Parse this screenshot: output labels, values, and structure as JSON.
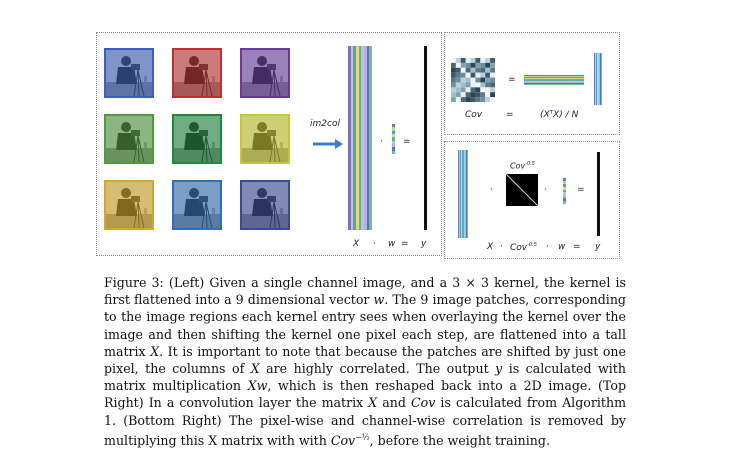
{
  "figure": {
    "im2col_label": "im2col",
    "left_eq": {
      "x": "X",
      "dot": "·",
      "w": "w",
      "eq": "=",
      "y": "y",
      "eq_small": "="
    },
    "top_right": {
      "cov_label": "Cov",
      "eq": "=",
      "expr": "(XᵀX) / N",
      "eq_small": "="
    },
    "bottom_right": {
      "cov_top": "Cov",
      "cov_top_exp": "-0.5",
      "x": "X",
      "dot1": "·",
      "cov": "Cov",
      "cov_exp": "-0.5",
      "dot2": "·",
      "w": "w",
      "eq": "=",
      "y": "y",
      "dot_a": "·",
      "dot_b": "·",
      "eq_small": "="
    },
    "tile_tints": [
      "#3a5fc0",
      "#c03030",
      "#6a3aa0",
      "#4f9a3a",
      "#1f8a3a",
      "#c8c828",
      "#d4a820",
      "#2f6fb8",
      "#3a4a9a"
    ],
    "stripe_colors": [
      "#7a6fc0",
      "#b9d3a8",
      "#4aa0c8",
      "#e8d870",
      "#5fb0a0",
      "#9ad0e8",
      "#c8a8e0",
      "#4a7ab8",
      "#6fc090"
    ]
  },
  "caption": {
    "s1": "Figure 3: (Left) Given a single channel image, and a 3 × 3 kernel, the kernel is first flattened into a 9 dimensional vector ",
    "w1": "w",
    "s2": ". The 9 image patches, corresponding to the image regions each kernel entry sees when overlaying the kernel over the image and then shifting the kernel one pixel each step, are flattened into a tall matrix ",
    "X1": "X",
    "s3": ". It is important to note that because the patches are shifted by just one pixel, the columns of ",
    "X2": "X",
    "s4": " are highly correlated. The output ",
    "y1": "y",
    "s5": " is calculated with matrix multiplication ",
    "Xw": "Xw",
    "s6": ", which is then reshaped back into a ",
    "twoD": "2D",
    "s7": " image. (Top Right) In a convolution layer the matrix ",
    "X3": "X",
    "s8": " and ",
    "Cov1": "Cov",
    "s9": " is calculated from Algorithm 1. (Bottom Right) The pixel-wise and channel-wise correlation is removed by multiplying this X matrix with with ",
    "Cov2": "Cov",
    "Cov2_exp": "−½",
    "s10": ", before the weight training."
  }
}
